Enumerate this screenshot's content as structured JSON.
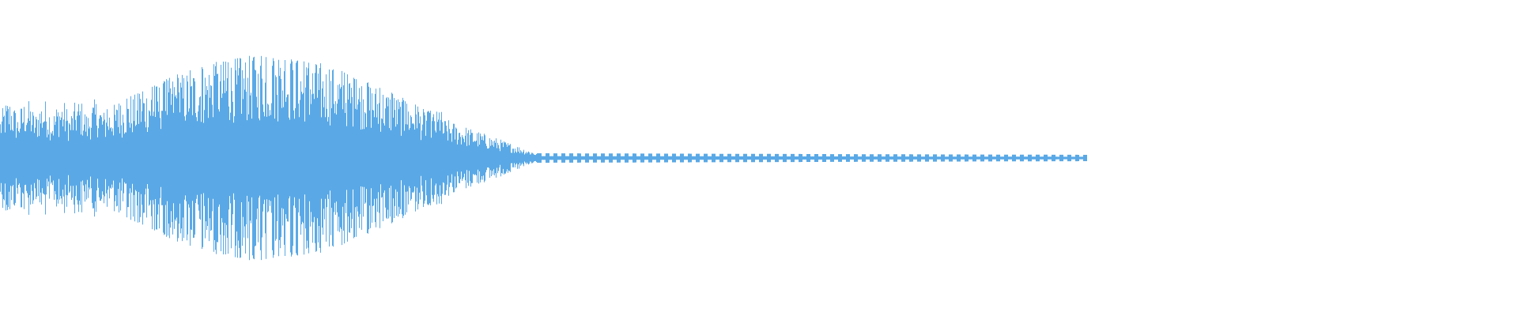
{
  "waveform": {
    "color": "#5aa9e6",
    "segments": [
      {
        "start_fraction": 0.0,
        "end_fraction": 0.105,
        "amplitude_level": 0.45,
        "density": "high"
      },
      {
        "start_fraction": 0.105,
        "end_fraction": 0.29,
        "amplitude_level": 0.72,
        "density": "high"
      },
      {
        "start_fraction": 0.29,
        "end_fraction": 0.35,
        "amplitude_level": 0.25,
        "density": "high"
      },
      {
        "start_fraction": 0.35,
        "end_fraction": 0.72,
        "amplitude_level": 0.03,
        "density": "sparse"
      }
    ]
  }
}
